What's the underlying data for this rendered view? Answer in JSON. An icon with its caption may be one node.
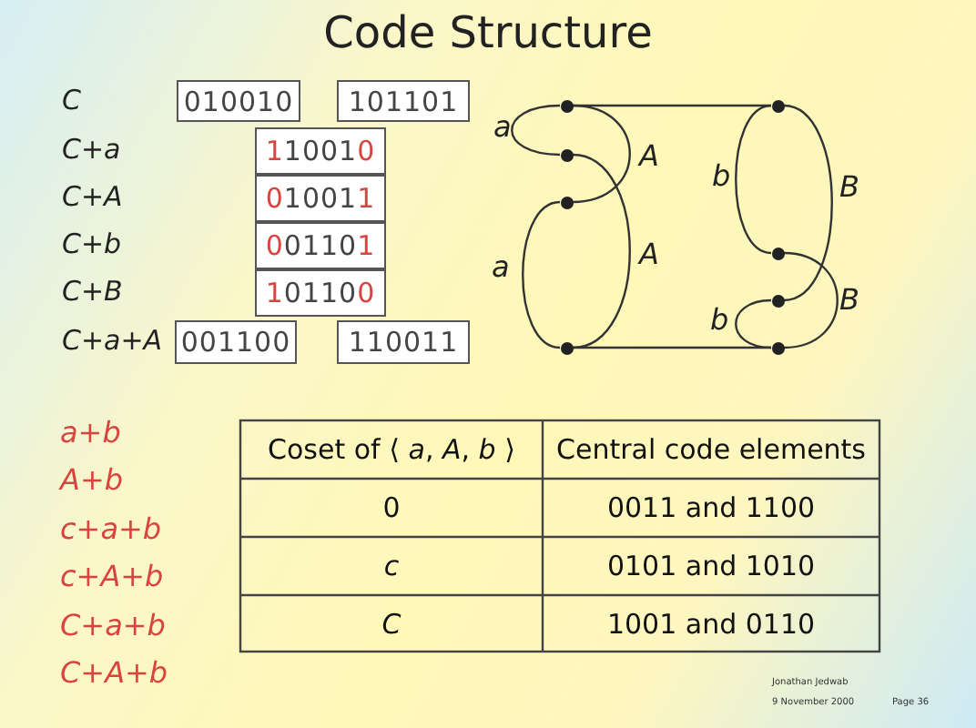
{
  "diagram": {
    "title": "Code Structure",
    "nodes": [
      {
        "text": [
          "010010"
        ]
      },
      {
        "text": [
          "101101"
        ]
      },
      {
        "text": [
          "110010"
        ]
      },
      {
        "text": [
          "010011"
        ]
      },
      {
        "text": [
          "001101"
        ]
      },
      {
        "text": [
          "101100"
        ]
      },
      {
        "text": [
          "001100"
        ]
      },
      {
        "text": [
          "110011"
        ]
      },
      {
        "text": [],
        "shape": "circle"
      },
      {
        "text": [],
        "shape": "circle"
      },
      {
        "text": [],
        "shape": "circle"
      },
      {
        "text": [],
        "shape": "circle"
      },
      {
        "text": [],
        "shape": "circle"
      },
      {
        "text": [],
        "shape": "circle"
      },
      {
        "text": [],
        "shape": "circle"
      },
      {
        "text": [],
        "shape": "circle"
      }
    ],
    "edges": [
      {
        "from": 8,
        "to": 9,
        "arrow": "none"
      },
      {
        "from": 8,
        "to": 10,
        "arrow": "none",
        "label": "a"
      },
      {
        "from": 8,
        "to": 11,
        "arrow": "none",
        "label": "A"
      },
      {
        "from": 11,
        "to": 14,
        "arrow": "none",
        "label": "a"
      },
      {
        "from": 10,
        "to": 14,
        "arrow": "none",
        "label": "A"
      },
      {
        "from": 9,
        "to": 12,
        "arrow": "none",
        "label": "b"
      },
      {
        "from": 9,
        "to": 13,
        "arrow": "none",
        "label": "B"
      },
      {
        "from": 12,
        "to": 15,
        "arrow": "none",
        "label": "B"
      },
      {
        "from": 13,
        "to": 15,
        "arrow": "none",
        "label": "b"
      },
      {
        "from": 14,
        "to": 15,
        "arrow": "none"
      }
    ],
    "labels": [
      "C",
      "C+a",
      "C+A",
      "C+b",
      "C+B",
      "C+a+A",
      "a+b",
      "A+b",
      "c+a+b",
      "c+A+b",
      "C+a+b",
      "C+A+b",
      "Coset of ⟨ *a*, *A*, *b* ⟩",
      "Central code elements",
      "0",
      "0011 and 1100",
      "c",
      "0101 and 1010",
      "C",
      "1001 and 0110",
      "Jonathan Jedwab",
      "9 November 2000",
      "Page 36"
    ]
  }
}
